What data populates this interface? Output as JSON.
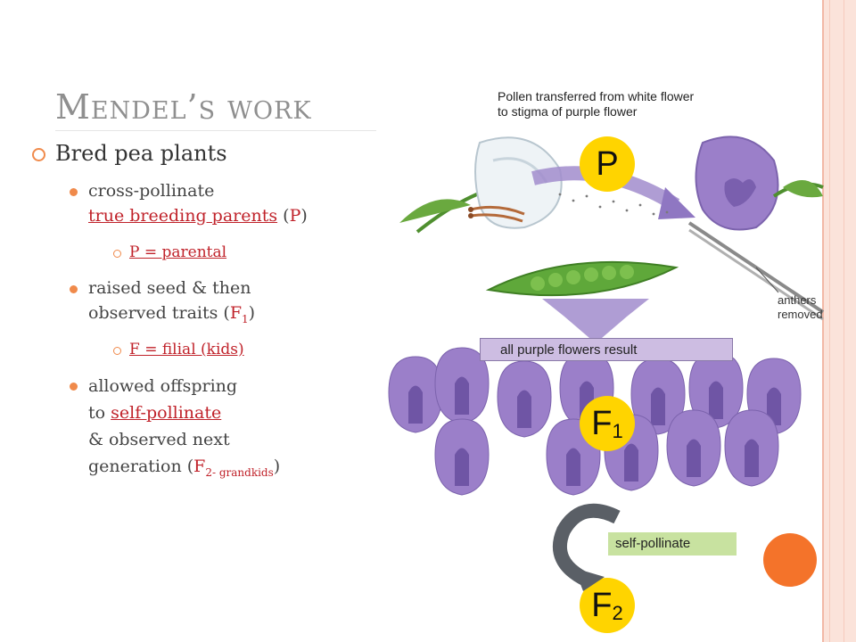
{
  "slide": {
    "title": "Mendel’s work",
    "bullet1": "Bred pea plants",
    "sub1": {
      "line1": "cross-pollinate",
      "link": "true breeding parents",
      "paren_open": "(",
      "symbol": "P",
      "paren_close": ")"
    },
    "sub1_note": "P = parental",
    "sub2": {
      "line1": "raised seed & then",
      "line2_prefix": "observed traits (",
      "symbol": "F",
      "subscript": "1",
      "suffix": ")"
    },
    "sub2_note": "F = filial (kids)",
    "sub3": {
      "line1": "allowed offspring",
      "line2_prefix": "to ",
      "link": "self-pollinate",
      "line3": "& observed next",
      "line4_prefix": "generation (",
      "symbol": "F",
      "subscript": "2- grandkids",
      "suffix": ")"
    }
  },
  "diagram": {
    "caption_line1": "Pollen transferred from white flower",
    "caption_line2": "to stigma of purple flower",
    "anthers_line1": "anthers",
    "anthers_line2": "removed",
    "result_box": "all purple flowers result",
    "self_box": "self-pollinate",
    "gen_p": "P",
    "gen_f1": "F",
    "gen_f1_sub": "1",
    "gen_f2": "F",
    "gen_f2_sub": "2"
  },
  "colors": {
    "accent": "#f08a4b",
    "link_red": "#c0222a",
    "generation_yellow": "#ffd400",
    "flower_purple": "#9b7fc9",
    "pea_green": "#5fa83a",
    "edge_dot": "#f4732a"
  }
}
